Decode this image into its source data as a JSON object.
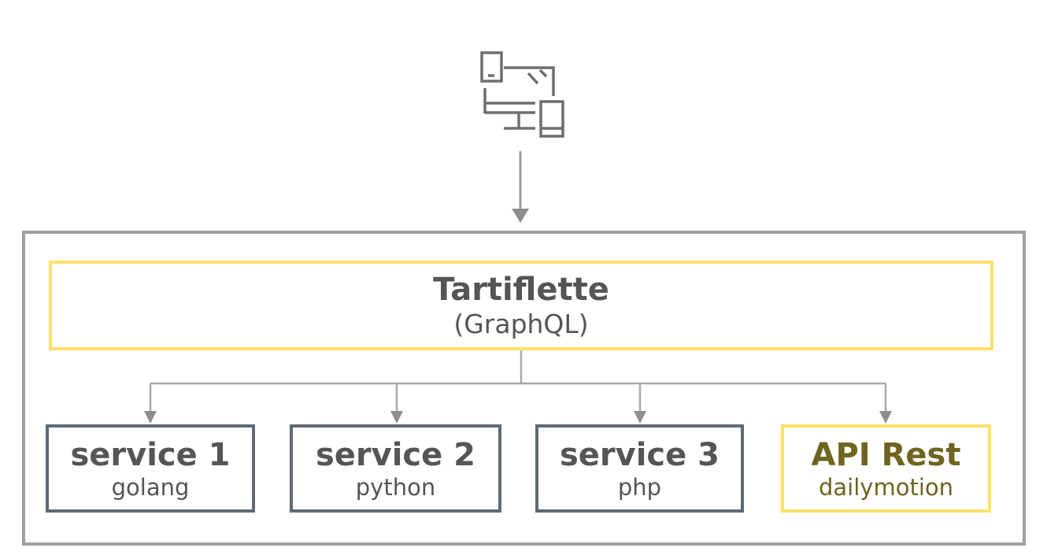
{
  "diagram": {
    "clients": {
      "icon": "devices-icon"
    },
    "root": {
      "title": "Tartiflette",
      "subtitle": "(GraphQL)"
    },
    "services": [
      {
        "title": "service 1",
        "subtitle": "golang",
        "variant": "default"
      },
      {
        "title": "service 2",
        "subtitle": "python",
        "variant": "default"
      },
      {
        "title": "service 3",
        "subtitle": "php",
        "variant": "default"
      },
      {
        "title": "API Rest",
        "subtitle": "dailymotion",
        "variant": "highlight"
      }
    ],
    "colors": {
      "accent_yellow": "#fbe268",
      "slate_border": "#5d6b77",
      "outer_border": "#a0a0a0",
      "text_gray": "#555555",
      "text_olive": "#6f6420",
      "line_gray": "#a8a8a8",
      "arrow_gray": "#8d8d8d",
      "icon_gray": "#6e6e6e"
    }
  }
}
